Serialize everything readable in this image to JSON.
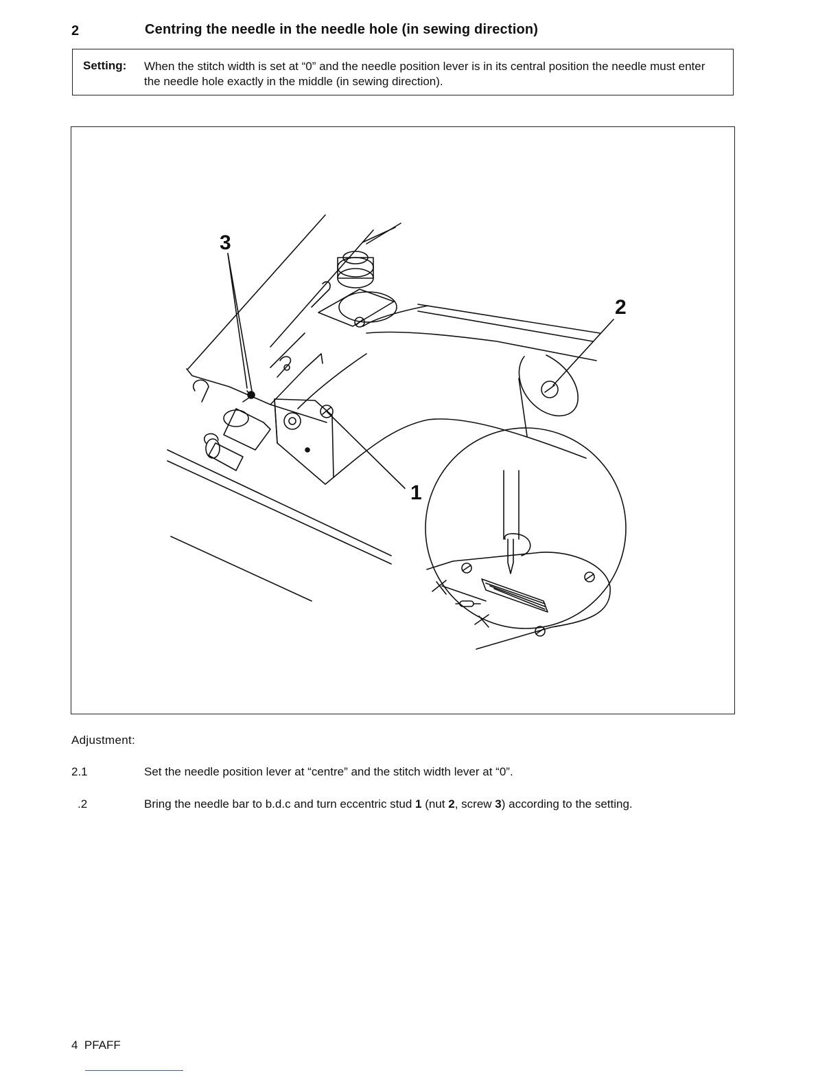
{
  "section": {
    "number": "2",
    "title": "Centring the needle in the needle hole (in sewing direction)"
  },
  "setting": {
    "label": "Setting:",
    "text": "When the stitch width is set at “0” and the needle position lever is in its central position the needle must enter the needle hole exactly in the middle (in sewing direction)."
  },
  "figure": {
    "callouts": {
      "c1": "1",
      "c2": "2",
      "c3": "3"
    }
  },
  "adjustment": {
    "label": "Adjustment:",
    "steps": [
      {
        "num": "2.1",
        "text": "Set the needle position lever at “centre” and the stitch width lever at “0”."
      },
      {
        "num": ".2",
        "parts": {
          "a": "Bring the needle bar to b.d.c and turn eccentric stud ",
          "b": "1",
          "c": " (nut ",
          "d": "2",
          "e": ", screw ",
          "f": "3",
          "g": ") according to the setting."
        }
      }
    ]
  },
  "footer": {
    "text": "4  PFAFF"
  }
}
